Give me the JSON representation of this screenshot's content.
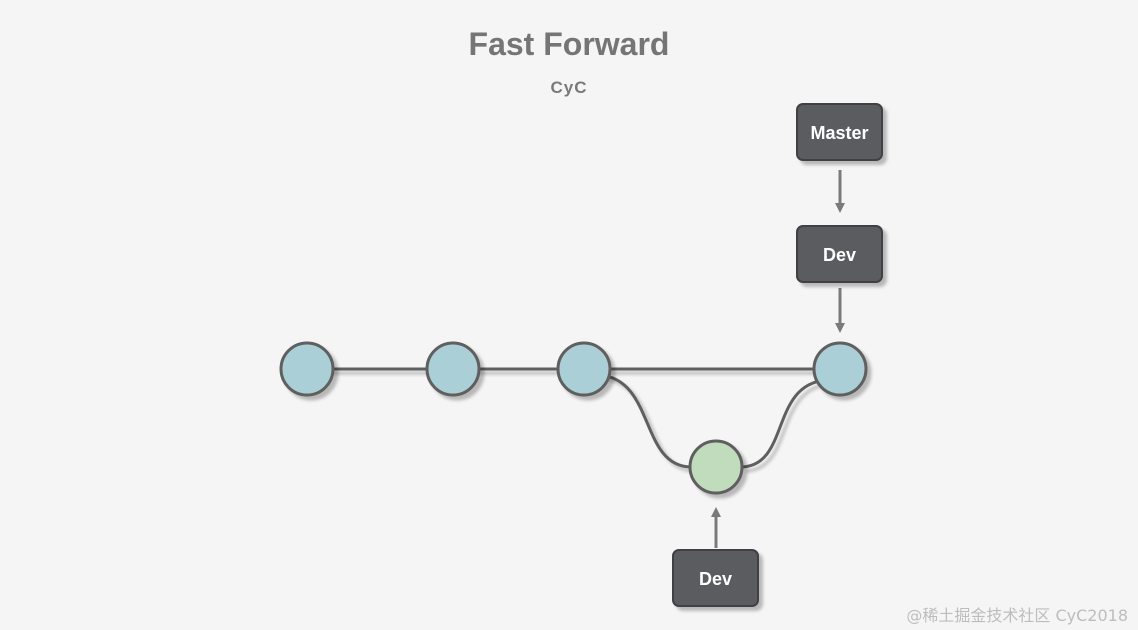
{
  "title": "Fast Forward",
  "subtitle": "CyC",
  "labels": {
    "master": "Master",
    "dev_top": "Dev",
    "dev_bottom": "Dev"
  },
  "watermark": "@稀土掘金技术社区 CyC2018",
  "colors": {
    "background": "#f5f5f5",
    "commit_main": "#abcfd6",
    "commit_branch": "#c1dbbd",
    "node_stroke": "#5e5e5e",
    "label_fill": "#5a5b5f",
    "arrow": "#7a7a7a"
  }
}
